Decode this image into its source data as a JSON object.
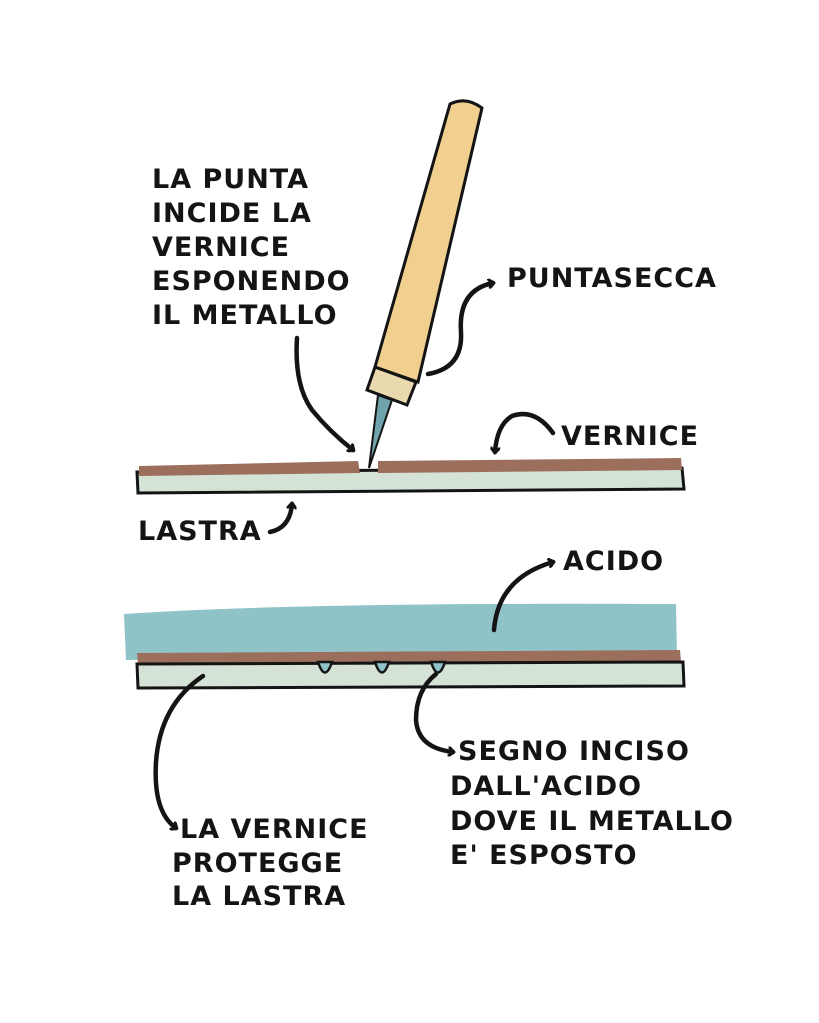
{
  "labels": {
    "tip": [
      "LA PUNTA",
      "INCIDE LA",
      "VERNICE",
      "ESPONENDO",
      "IL METALLO"
    ],
    "tool": "PUNTASECCA",
    "varnish": "VERNICE",
    "plate": "LASTRA",
    "acid": "ACIDO",
    "etched": [
      "SEGNO INCISO",
      "DALL'ACIDO",
      "DOVE IL METALLO",
      "E' ESPOSTO"
    ],
    "protect": [
      "LA VERNICE",
      "PROTEGGE",
      "LA LASTRA"
    ]
  },
  "colors": {
    "ink": "#141414",
    "plate": "#d5e2d6",
    "varnish": "#9c6e5c",
    "acid": "#8fc3c7",
    "handle": "#f0cf8f",
    "ferrule": "#ead8ae",
    "needle": "#6fa4ad"
  }
}
